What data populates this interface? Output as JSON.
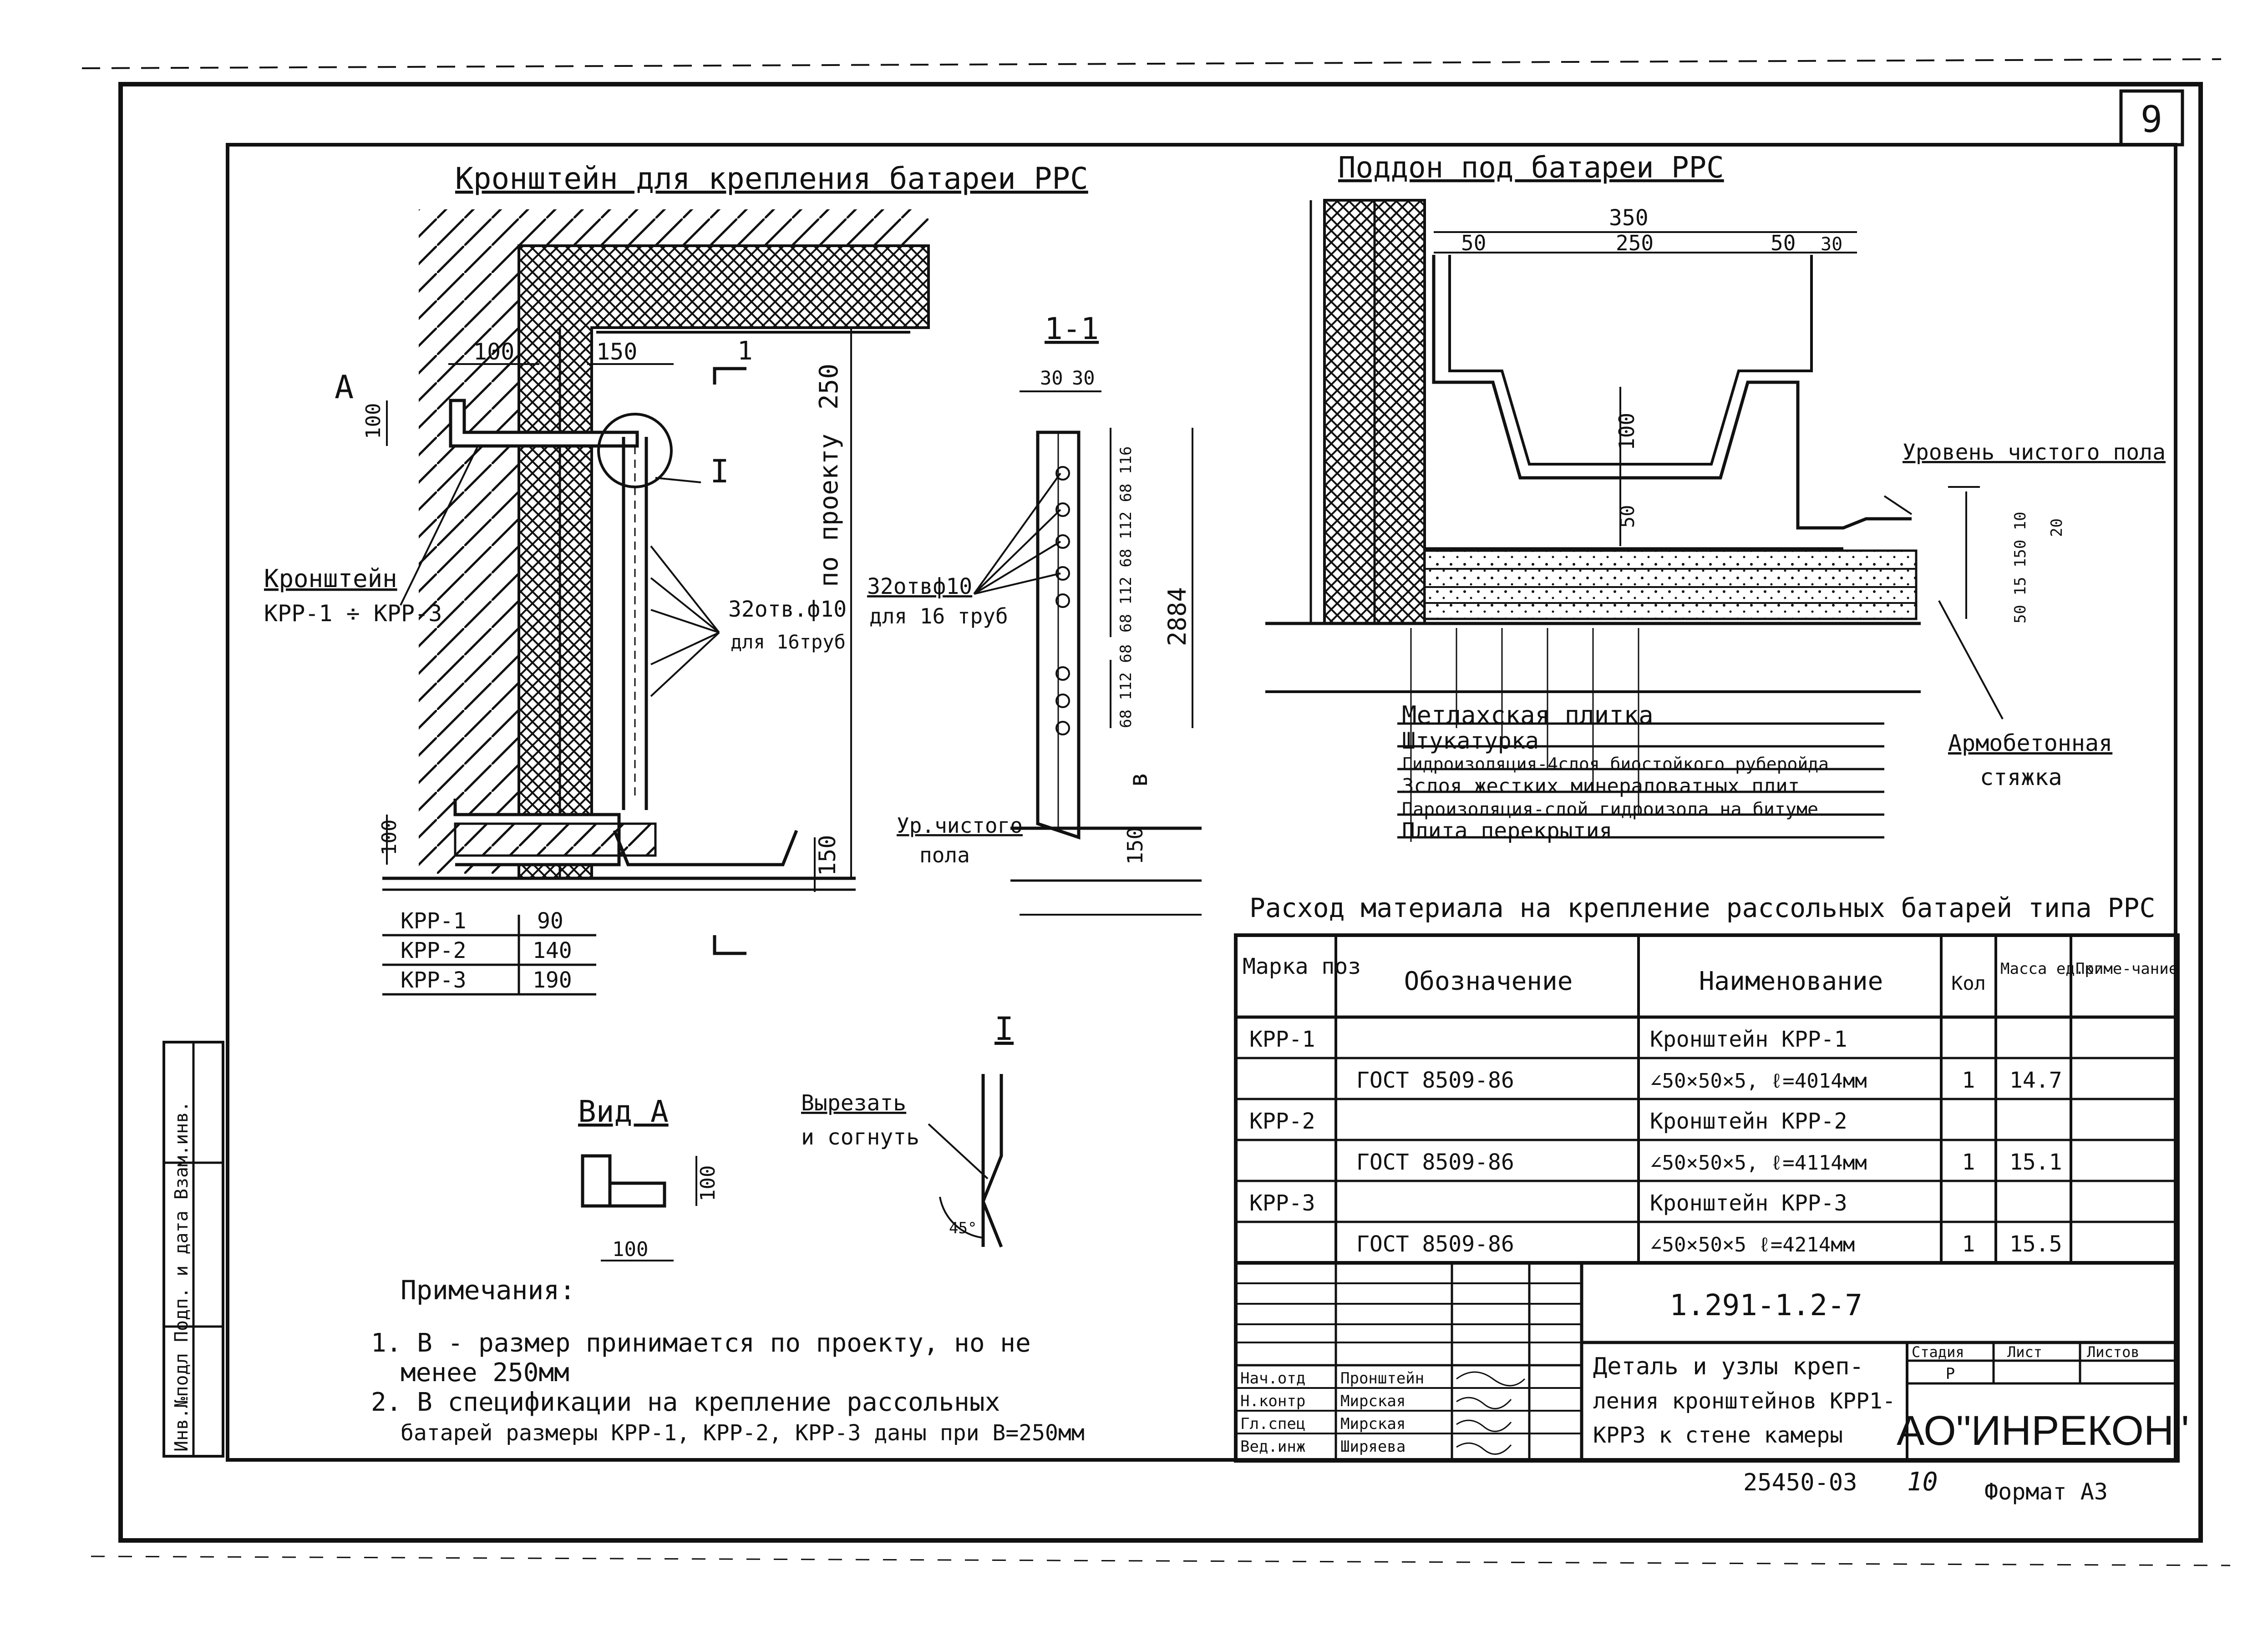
{
  "sheet_number": "9",
  "bracket_section": {
    "title": "Кронштейн для крепления батареи РРС",
    "label_a": "А",
    "dim_100_top": "100",
    "dim_100_left": "100",
    "dim_150": "150",
    "dim_250": "250",
    "label_section_mark": "1",
    "label_detail": "I",
    "label_by_project": "по проекту",
    "label_bracket": "Кронштейн",
    "label_bracket_marks": "КРР-1 ÷ КРР-3",
    "label_holes": "32отв.ф10",
    "label_for_pipes": "для 16труб",
    "dim_100_bottom": "100",
    "dim_150_bottom": "150",
    "krr_table": [
      {
        "mark": "КРР-1",
        "value": "90"
      },
      {
        "mark": "КРР-2",
        "value": "140"
      },
      {
        "mark": "КРР-3",
        "value": "190"
      }
    ]
  },
  "section_1_1": {
    "title": "1-1",
    "dim_30a": "30",
    "dim_30b": "30",
    "label_holes": "32отвф10",
    "label_for_pipes": "для 16 труб",
    "dim_2884": "2884",
    "dims_top": "68 112 68 112 68 116",
    "dims_bottom": "68 112 68",
    "label_b": "в",
    "label_floor_1": "Ур.чистого",
    "label_floor_2": "пола",
    "dim_150": "150"
  },
  "tray_section": {
    "title": "Поддон под батареи РРС",
    "dim_350": "350",
    "dim_50a": "50",
    "dim_250": "250",
    "dim_50b": "50",
    "dim_30": "30",
    "dim_100": "100",
    "dim_50c": "50",
    "label_floor_level": "Уровень чистого пола",
    "dims_right": "50 15 150 10",
    "dim_20": "20",
    "layers": [
      "Метлахская плитка",
      "Штукатурка",
      "Гидроизоляция-4слоя биостойкого руберойда",
      "3слоя жестких минераловатных плит",
      "Пароизоляция-слой гидроизола на битуме",
      "Плита перекрытия"
    ],
    "label_screed_1": "Армобетонная",
    "label_screed_2": "стяжка"
  },
  "view_a": {
    "title": "Вид А",
    "dim_100v": "100",
    "dim_100h": "100"
  },
  "detail_i": {
    "title": "I",
    "label_cut_1": "Вырезать",
    "label_cut_2": "и согнуть",
    "angle": "45°"
  },
  "notes": {
    "heading": "Примечания:",
    "items": [
      "1. В - размер принимается по проекту, но не",
      "менее 250мм",
      "2. В спецификации на крепление рассольных",
      "батарей размеры КРР-1, КРР-2, КРР-3 даны при В=250мм"
    ]
  },
  "materials_table": {
    "title": "Расход материала на крепление рассольных батарей типа РРС",
    "headers": [
      "Марка поз",
      "Обозначение",
      "Наименование",
      "Кол",
      "Масса ед.кг",
      "Приме-чание"
    ],
    "rows": [
      [
        "КРР-1",
        "",
        "Кронштейн КРР-1",
        "",
        "",
        ""
      ],
      [
        "",
        "ГОСТ 8509-86",
        "∠50×50×5, ℓ=4014мм",
        "1",
        "14.7",
        ""
      ],
      [
        "КРР-2",
        "",
        "Кронштейн КРР-2",
        "",
        "",
        ""
      ],
      [
        "",
        "ГОСТ 8509-86",
        "∠50×50×5, ℓ=4114мм",
        "1",
        "15.1",
        ""
      ],
      [
        "КРР-3",
        "",
        "Кронштейн КРР-3",
        "",
        "",
        ""
      ],
      [
        "",
        "ГОСТ 8509-86",
        "∠50×50×5 ℓ=4214мм",
        "1",
        "15.5",
        ""
      ]
    ]
  },
  "title_block": {
    "doc_code": "1.291-1.2-7",
    "description": [
      "Деталь и узлы креп-",
      "ления кронштейнов КРР1-",
      "КРР3 к стене камеры"
    ],
    "stage_header": "Стадия",
    "stage": "Р",
    "sheet_header": "Лист",
    "sheets_header": "Листов",
    "company": "АО\"ИНРЕКОН\"",
    "signatures": [
      {
        "role": "Нач.отд",
        "name": "Пронштейн"
      },
      {
        "role": "Н.контр",
        "name": "Мирская"
      },
      {
        "role": "Гл.спец",
        "name": "Мирская"
      },
      {
        "role": "Вед.инж",
        "name": "Ширяева"
      }
    ],
    "archive_number": "25450-03",
    "copy_number": "10",
    "format": "Формат А3",
    "side_stamp": "Инв.№подл  Подп. и дата  Взам.инв."
  }
}
